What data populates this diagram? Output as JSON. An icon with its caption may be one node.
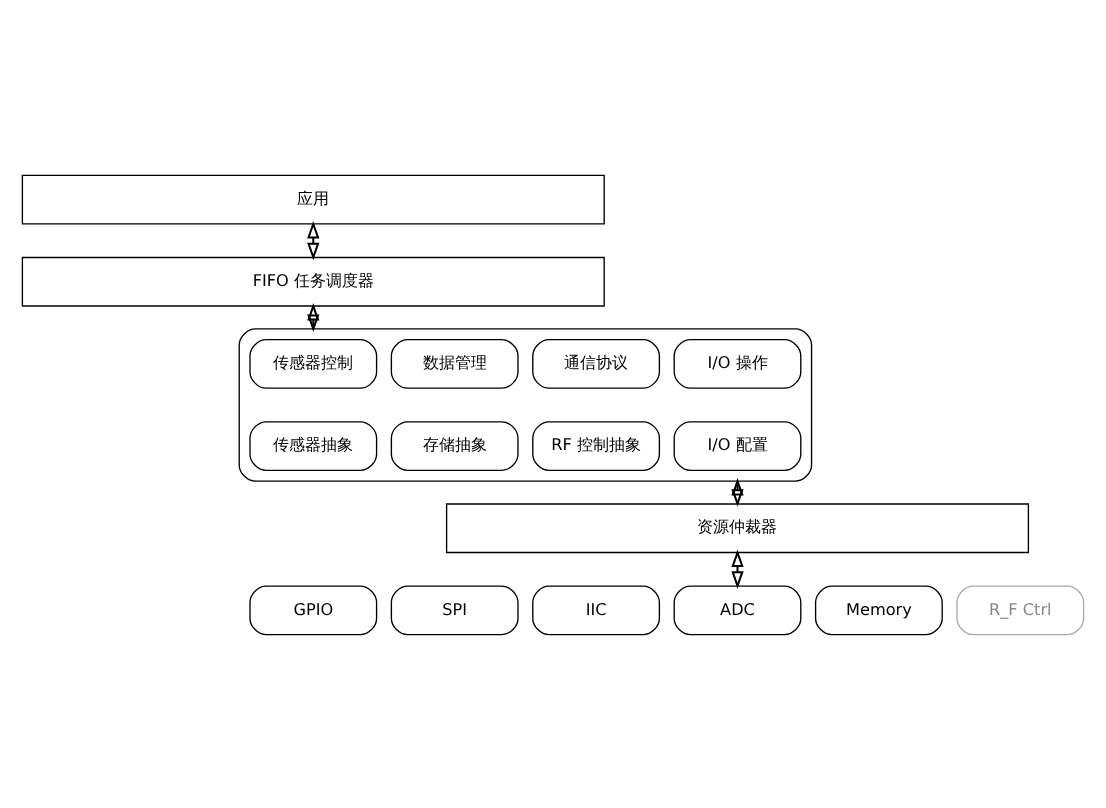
{
  "diagram": {
    "nodes": [
      {
        "text": [
          "应用"
        ]
      },
      {
        "text": [
          "FIFO 任务调度器"
        ]
      },
      {
        "text": [],
        "shape": "box"
      },
      {
        "text": [
          "传感器控制"
        ],
        "in": 2
      },
      {
        "text": [
          "数据管理"
        ],
        "in": 2
      },
      {
        "text": [
          "通信协议"
        ],
        "in": 2
      },
      {
        "text": [
          "I/O 操作"
        ],
        "in": 2
      },
      {
        "text": [
          "传感器抽象"
        ],
        "in": 2
      },
      {
        "text": [
          "存储抽象"
        ],
        "in": 2
      },
      {
        "text": [
          "RF 控制抽象"
        ],
        "in": 2
      },
      {
        "text": [
          "I/O 配置"
        ],
        "in": 2
      },
      {
        "text": [
          "资源仲裁器"
        ]
      },
      {
        "text": [
          "GPIO"
        ]
      },
      {
        "text": [
          "SPI"
        ]
      },
      {
        "text": [
          "IIC"
        ]
      },
      {
        "text": [
          "ADC"
        ]
      },
      {
        "text": [
          "Memory"
        ]
      },
      {
        "text": [
          "R_F Ctrl"
        ]
      }
    ],
    "edges": [
      {
        "from": 0,
        "to": 1,
        "arrow": "both"
      },
      {
        "from": 1,
        "to": 2,
        "arrow": "both"
      },
      {
        "from": 2,
        "to": 11,
        "arrow": "both"
      },
      {
        "from": 11,
        "to": 15,
        "arrow": "both"
      }
    ]
  }
}
